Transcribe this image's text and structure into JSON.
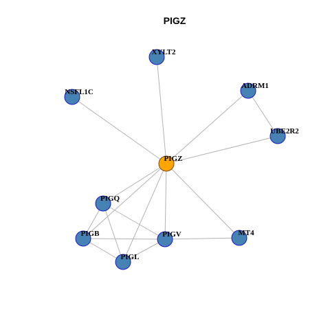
{
  "title": "PIGZ",
  "colors": {
    "node": "#4682b4",
    "hub": "#ffa500",
    "edge": "#b3b3b3",
    "node_border": "#1a1acc"
  },
  "nodes": [
    {
      "id": "PIGZ",
      "hub": true
    },
    {
      "id": "XYLT2"
    },
    {
      "id": "NSFL1C"
    },
    {
      "id": "ADRM1"
    },
    {
      "id": "UBE2R2"
    },
    {
      "id": "PIGQ"
    },
    {
      "id": "PIGB"
    },
    {
      "id": "PIGV"
    },
    {
      "id": "MT4"
    },
    {
      "id": "PIGL"
    }
  ],
  "edges": [
    [
      "PIGZ",
      "XYLT2"
    ],
    [
      "PIGZ",
      "NSFL1C"
    ],
    [
      "PIGZ",
      "ADRM1"
    ],
    [
      "PIGZ",
      "UBE2R2"
    ],
    [
      "ADRM1",
      "UBE2R2"
    ],
    [
      "PIGZ",
      "PIGQ"
    ],
    [
      "PIGZ",
      "PIGB"
    ],
    [
      "PIGZ",
      "PIGV"
    ],
    [
      "PIGZ",
      "MT4"
    ],
    [
      "PIGZ",
      "PIGL"
    ],
    [
      "PIGQ",
      "PIGB"
    ],
    [
      "PIGQ",
      "PIGV"
    ],
    [
      "PIGQ",
      "PIGL"
    ],
    [
      "PIGB",
      "PIGV"
    ],
    [
      "PIGB",
      "PIGL"
    ],
    [
      "PIGV",
      "PIGL"
    ],
    [
      "PIGV",
      "MT4"
    ]
  ]
}
